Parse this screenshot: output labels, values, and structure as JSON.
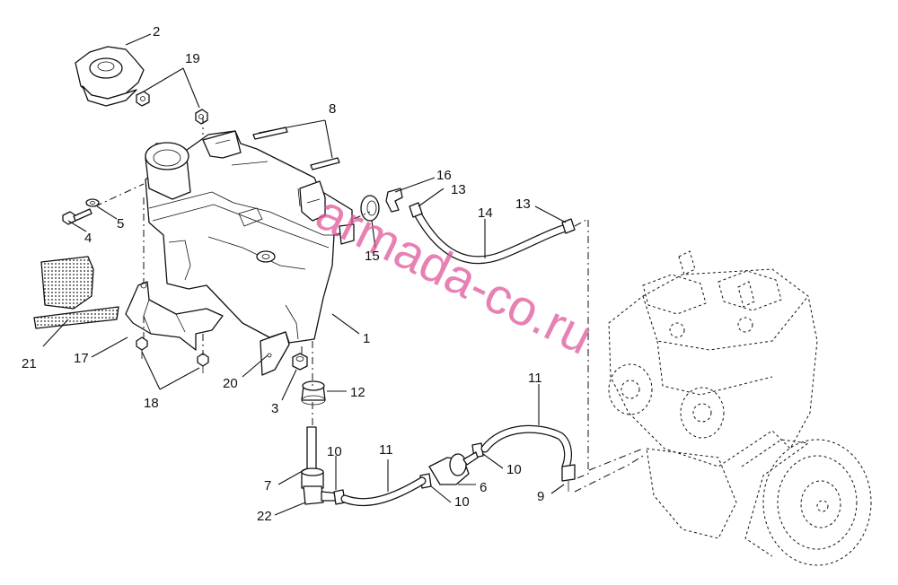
{
  "watermark": {
    "text": "armada-co.ru",
    "color": "#e0569a"
  },
  "callouts": {
    "c1": "1",
    "c2": "2",
    "c3": "3",
    "c4": "4",
    "c5": "5",
    "c6": "6",
    "c7": "7",
    "c8": "8",
    "c9": "9",
    "c10a": "10",
    "c10b": "10",
    "c10c": "10",
    "c11a": "11",
    "c11b": "11",
    "c12": "12",
    "c13a": "13",
    "c13b": "13",
    "c14": "14",
    "c15": "15",
    "c16": "16",
    "c17": "17",
    "c18": "18",
    "c19": "19",
    "c20": "20",
    "c21": "21",
    "c22": "22"
  }
}
